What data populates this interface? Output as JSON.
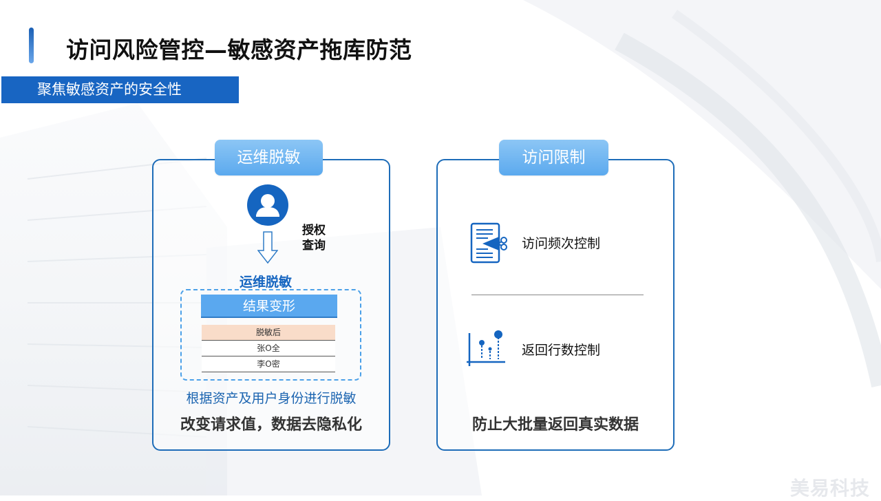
{
  "slide": {
    "title": "访问风险管控—敏感资产拖库防范",
    "subtitle": "聚焦敏感资产的安全性"
  },
  "left_card": {
    "tab_label": "运维脱敏",
    "auth_label": "授权\n查询",
    "ops_label": "运维脱敏",
    "result_label": "结果变形",
    "table_header": "脱敏后",
    "table_rows": [
      "张O全",
      "李O密"
    ],
    "description": "根据资产及用户身份进行脱敏",
    "bottom_text": "改变请求值，数据去隐私化"
  },
  "right_card": {
    "tab_label": "访问限制",
    "items": [
      {
        "label": "访问频次控制",
        "icon": "document-scissors-icon"
      },
      {
        "label": "返回行数控制",
        "icon": "lollipop-chart-icon"
      }
    ],
    "bottom_text": "防止大批量返回真实数据"
  },
  "watermark": "美易科技",
  "colors": {
    "primary_blue": "#1865c2",
    "tab_blue": "#5ba9ee",
    "card_border": "#1d6cb8",
    "mask_header": "#f9dcc9"
  }
}
